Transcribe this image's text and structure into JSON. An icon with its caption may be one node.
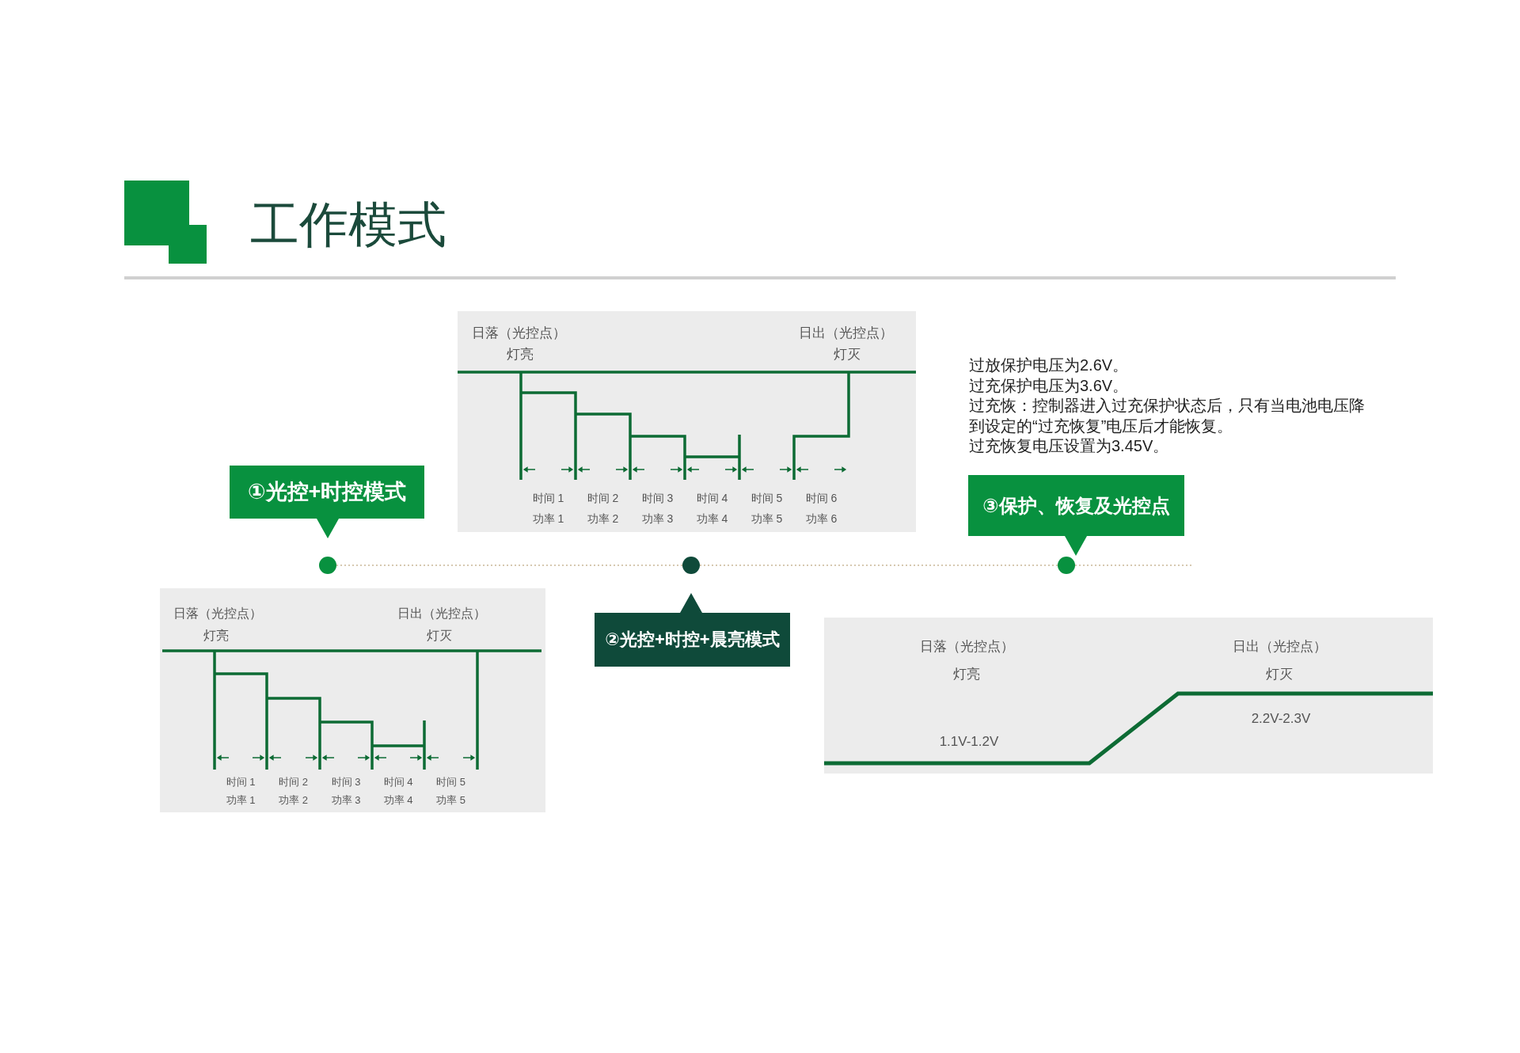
{
  "diagram": {
    "title": "工作模式",
    "nodes": [
      {
        "text": [
          "①光控+时控模式"
        ]
      },
      {
        "text": [
          "②光控+时控+晨亮模式"
        ]
      },
      {
        "text": [
          "③保护、恢复及光控点"
        ]
      },
      {
        "text": [],
        "shape": "circle"
      },
      {
        "text": [],
        "shape": "circle"
      },
      {
        "text": [],
        "shape": "circle"
      },
      {
        "text": [
          "日落（光控点）",
          "灯亮",
          "日出（光控点）",
          "灯灭",
          "时间 1",
          "功率 1",
          "时间 2",
          "功率 2",
          "时间 3",
          "功率 3",
          "时间 4",
          "功率 4",
          "时间 5",
          "功率 5"
        ]
      },
      {
        "text": [
          "日落（光控点）",
          "灯亮",
          "日出（光控点）",
          "灯灭",
          "时间 1",
          "功率 1",
          "时间 2",
          "功率 2",
          "时间 3",
          "功率 3",
          "时间 4",
          "功率 4",
          "时间 5",
          "功率 5",
          "时间 6",
          "功率 6"
        ]
      },
      {
        "text": [
          "日落（光控点）",
          "灯亮",
          "日出（光控点）",
          "灯灭",
          "1.1V-1.2V",
          "2.2V-2.3V"
        ]
      }
    ],
    "edges": [
      {
        "from": 3,
        "to": 4,
        "arrow": "none",
        "style": "dashed"
      },
      {
        "from": 4,
        "to": 5,
        "arrow": "none",
        "style": "dashed"
      },
      {
        "from": 5,
        "to": null,
        "arrow": "none",
        "style": "dashed"
      }
    ],
    "labels": [
      "过放保护电压为2.6V。",
      "过充保护电压为3.6V。",
      "过充恢：控制器进入过充保护状态后，只有当电池电压降到设定的“过充恢复”电压后才能恢复。",
      "过充恢复电压设置为3.45V。"
    ]
  }
}
